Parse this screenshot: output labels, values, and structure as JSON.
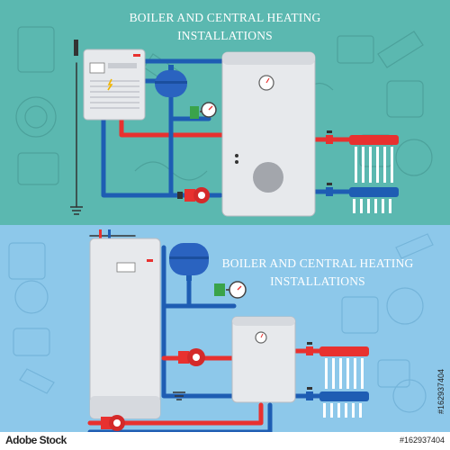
{
  "top_panel": {
    "title_line1": "BOILER AND CENTRAL HEATING",
    "title_line2": "INSTALLATIONS",
    "background": "#5bb8b0"
  },
  "bottom_panel": {
    "title_line1": "BOILER AND CENTRAL HEATING",
    "title_line2": "INSTALLATIONS",
    "background": "#8dc8ea"
  },
  "stock": {
    "logo": "Adobe Stock",
    "image_id": "#162937404"
  },
  "colors": {
    "hot_pipe": "#e8312f",
    "cold_pipe": "#1e5db3",
    "unit_body": "#e7e9ec",
    "expansion_tank": "#2a63c0",
    "pump": "#d42a2a"
  }
}
